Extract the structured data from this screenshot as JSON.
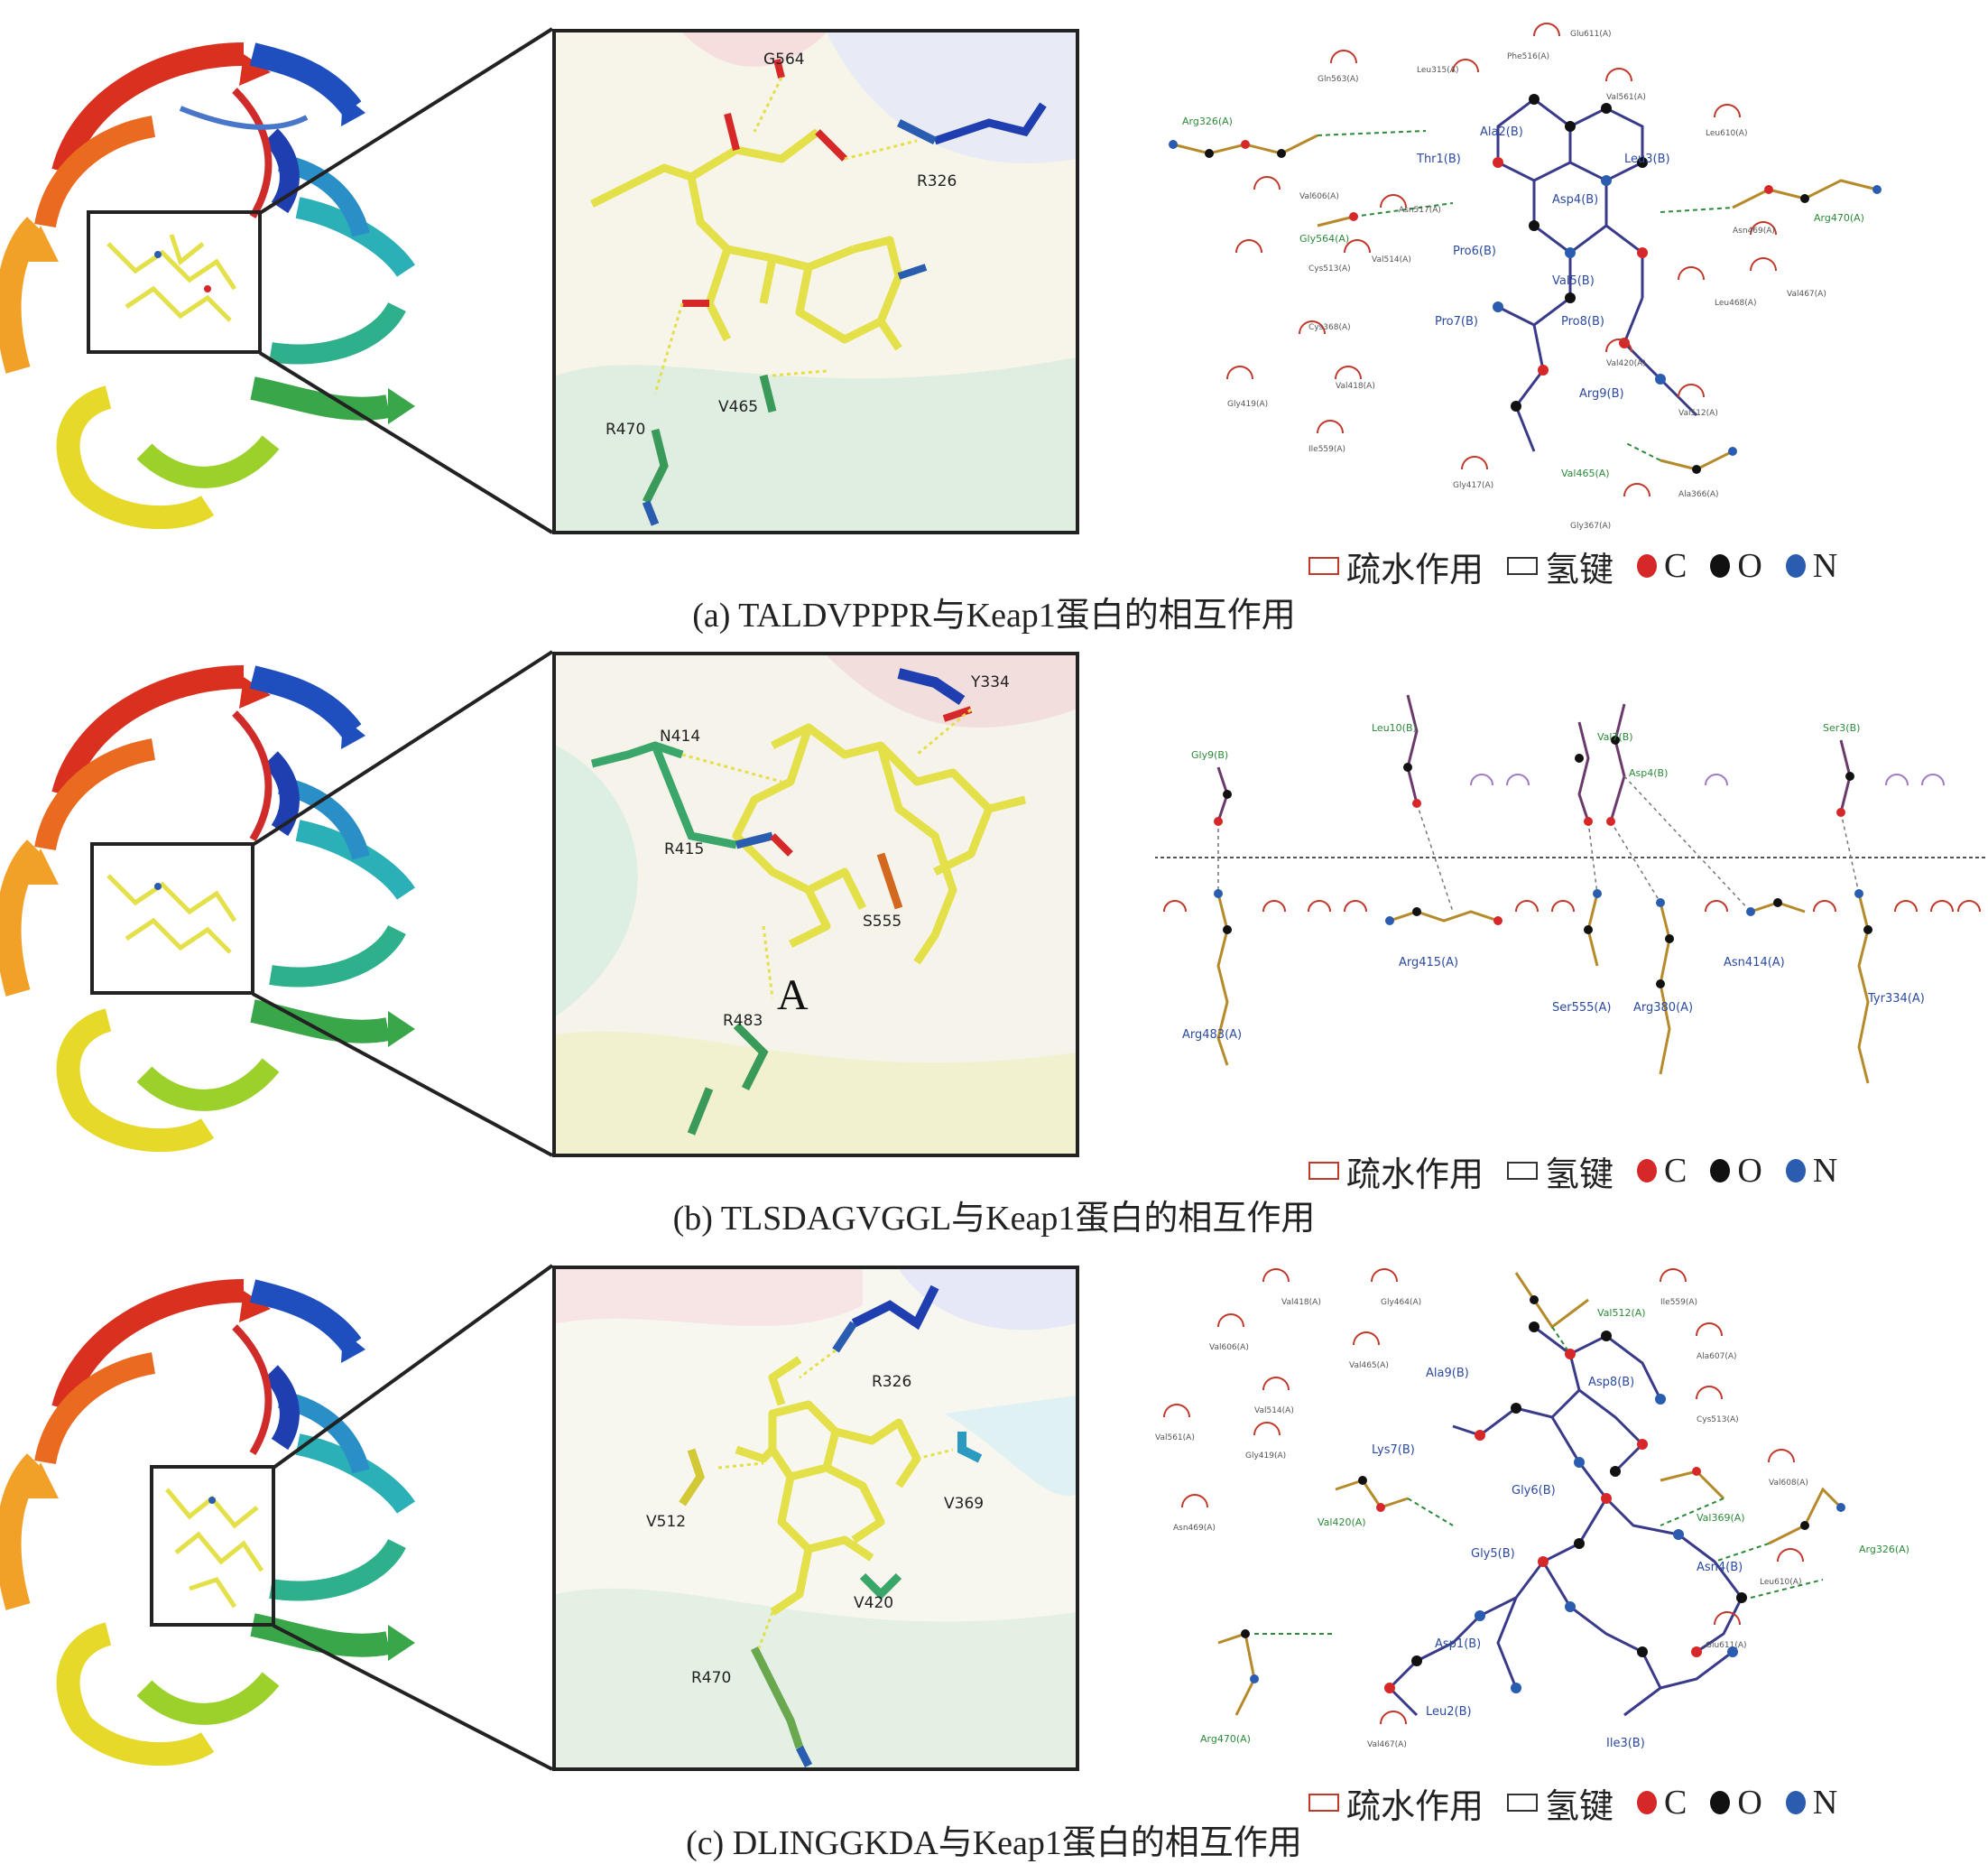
{
  "legend": {
    "hydrophobic": "疏水作用",
    "hbond": "氢键",
    "c": "C",
    "o": "O",
    "n": "N",
    "colors": {
      "c": "#d62828",
      "o": "#111111",
      "n": "#2a5db0",
      "hydrophobic": "#c0392b",
      "ligand": "#e3e04a"
    }
  },
  "panels": [
    {
      "caption": "(a) TALDVPPPR与Keap1蛋白的相互作用",
      "zoom_labels": [
        "G564",
        "R326",
        "V465",
        "R470"
      ],
      "lig_hbond_residues": [
        "Arg326(A)",
        "Gly564(A)",
        "Arg470(A)",
        "Val465(A)"
      ],
      "lig_ligand_residues": [
        "Ala2(B)",
        "Thr1(B)",
        "Leu3(B)",
        "Asp4(B)",
        "Pro6(B)",
        "Val5(B)",
        "Pro7(B)",
        "Pro8(B)",
        "Arg9(B)"
      ],
      "lig_hydrophobic_residues": [
        "Glu611(A)",
        "Gln563(A)",
        "Leu315(A)",
        "Phe516(A)",
        "Val561(A)",
        "Leu610(A)",
        "Val606(A)",
        "Asn517(A)",
        "Asn469(A)",
        "Cys513(A)",
        "Val514(A)",
        "Leu468(A)",
        "Val467(A)",
        "Cys368(A)",
        "Val420(A)",
        "Val418(A)",
        "Gly419(A)",
        "Ile559(A)",
        "Val512(A)",
        "Gly417(A)",
        "Ala366(A)",
        "Gly367(A)"
      ]
    },
    {
      "caption": "(b) TLSDAGVGGL与Keap1蛋白的相互作用",
      "zoom_labels": [
        "Y334",
        "N414",
        "R415",
        "S555",
        "R483"
      ],
      "zoom_mark": "A",
      "lig_top_residues": [
        "Gly9(B)",
        "Leu10(B)",
        "Val7(B)",
        "Asp4(B)",
        "Ser3(B)"
      ],
      "lig_bottom_residues": [
        "Arg483(A)",
        "Arg415(A)",
        "Ser555(A)",
        "Arg380(A)",
        "Asn414(A)",
        "Tyr334(A)"
      ]
    },
    {
      "caption": "(c) DLINGGKDA与Keap1蛋白的相互作用",
      "zoom_labels": [
        "R326",
        "V512",
        "V369",
        "V420",
        "R470"
      ],
      "lig_hbond_residues": [
        "Val512(A)",
        "Val420(A)",
        "Val369(A)",
        "Arg326(A)",
        "Arg470(A)"
      ],
      "lig_ligand_residues": [
        "Ala9(B)",
        "Asp8(B)",
        "Lys7(B)",
        "Gly6(B)",
        "Asn4(B)",
        "Gly5(B)",
        "Asp1(B)",
        "Leu2(B)",
        "Ile3(B)"
      ],
      "lig_hydrophobic_residues": [
        "Val418(A)",
        "Gly464(A)",
        "Ile559(A)",
        "Val606(A)",
        "Val465(A)",
        "Ala607(A)",
        "Val514(A)",
        "Cys513(A)",
        "Val561(A)",
        "Gly419(A)",
        "Val608(A)",
        "Asn469(A)",
        "Leu610(A)",
        "Glu611(A)",
        "Val467(A)"
      ]
    }
  ]
}
